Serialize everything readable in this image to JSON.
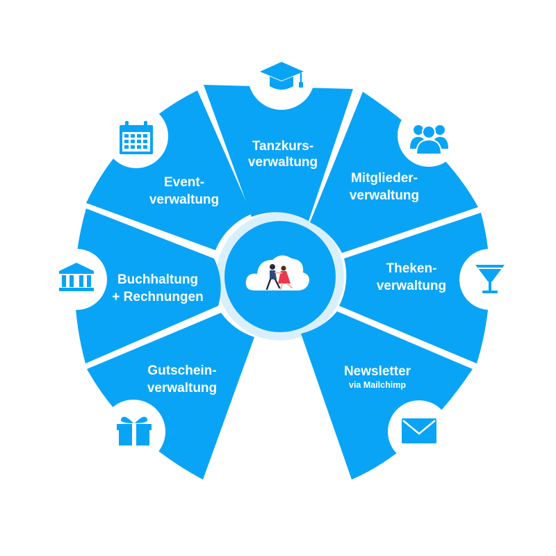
{
  "diagram": {
    "colors": {
      "segment": "#0aa4f6",
      "ring": "#d9f0fc",
      "hub": "#0aa4f6",
      "icon": "#0aa4f6",
      "icon_circle": "#ffffff",
      "label": "#ffffff"
    },
    "segments": [
      {
        "id": "tanzkurs",
        "line1": "Tanzkurs-",
        "line2": "verwaltung",
        "icon": "graduation-cap-icon"
      },
      {
        "id": "mitglieder",
        "line1": "Mitglieder-",
        "line2": "verwaltung",
        "icon": "people-group-icon"
      },
      {
        "id": "theken",
        "line1": "Theken-",
        "line2": "verwaltung",
        "icon": "cocktail-glass-icon"
      },
      {
        "id": "newsletter",
        "line1": "Newsletter",
        "line2": "via Mailchimp",
        "icon": "envelope-icon"
      },
      {
        "id": "gutschein",
        "line1": "Gutschein-",
        "line2": "verwaltung",
        "icon": "gift-icon"
      },
      {
        "id": "buchhaltung",
        "line1": "Buchhaltung",
        "line2": "+ Rechnungen",
        "icon": "bank-building-icon"
      },
      {
        "id": "event",
        "line1": "Event-",
        "line2": "verwaltung",
        "icon": "calendar-icon"
      }
    ],
    "hub_icon": "cloud-dancers-icon"
  }
}
